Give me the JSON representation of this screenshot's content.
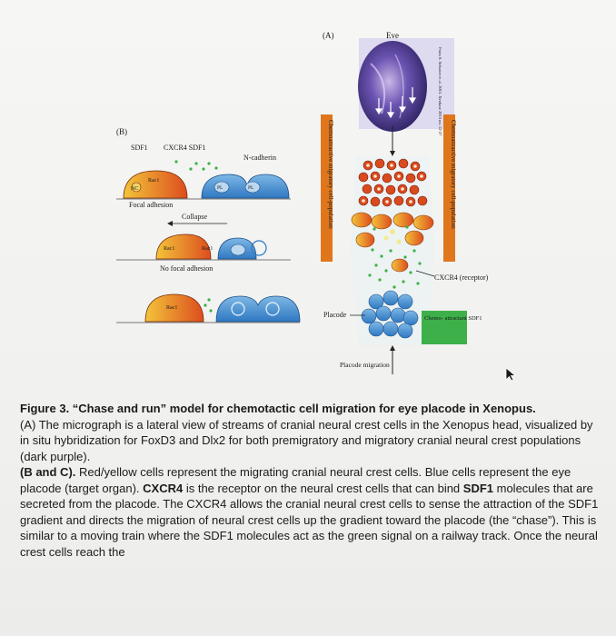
{
  "figure": {
    "panel_a_label": "(A)",
    "panel_b_label": "(B)",
    "eye_label": "Eye",
    "photo_credit": "From S. Schuster et al. 2015. Xenbase 2015 no. 12-27",
    "strip_label": "Chemoattractive migratory cell-population",
    "placode_label": "Placode",
    "placode_migration_label": "Placode migration",
    "cxcr4_label": "CXCR4 (receptor)",
    "chemo_box_label": "Chemo- attractant SDF1",
    "sdf1_label_1": "SDF1",
    "cxcr4_sdf1_label": "CXCR4  SDF1",
    "ncadherin_label": "N-cadherin",
    "nc_label": "NC",
    "rac1_label": "Rac1",
    "pl_label": "PL",
    "focal_adhesion_label": "Focal adhesion",
    "collapse_label": "Collapse",
    "no_focal_adhesion_label": "No focal adhesion"
  },
  "caption": {
    "title": "Figure 3. “Chase and run” model for chemotactic cell migration for eye placode in Xenopus.",
    "para_a": "(A) The micrograph is a lateral view of streams of cranial neural crest cells in the Xenopus head, visualized by in situ hybridization for FoxD3 and Dlx2 for both premigratory and migratory cranial neural crest populations (dark purple).",
    "para_b_lead": "(B and C).",
    "para_b_1": " Red/yellow cells represent the migrating cranial neural crest cells. Blue cells represent the eye placode (target organ). ",
    "para_b_cxcr4": "CXCR4",
    "para_b_2": " is the receptor on the neural crest cells that can bind ",
    "para_b_sdf1": "SDF1",
    "para_b_3": " molecules that are secreted from the placode. The CXCR4 allows the cranial neural crest cells to sense the attraction of the SDF1 gradient and directs the migration of neural crest cells up the gradient toward the placode (the “chase”). This is similar to a moving train where the SDF1 molecules act as the green signal on a railway track. Once the neural crest cells reach the"
  },
  "colors": {
    "neural_crest_outer": "#e7a72a",
    "neural_crest_inner": "#d94a1f",
    "placode_cell": "#3d8fd0",
    "strip_orange": "#e0761c",
    "green_box": "#3db04a",
    "micrograph_purple": "#5a3f96"
  },
  "icons": [
    "mouse-cursor-icon"
  ]
}
